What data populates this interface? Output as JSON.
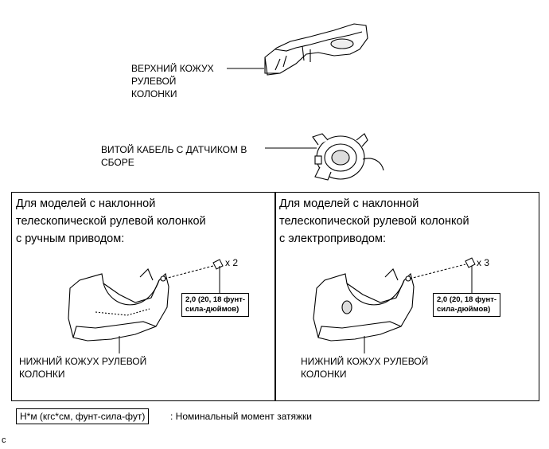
{
  "upper_cover": {
    "label": "ВЕРХНИЙ КОЖУХ\nРУЛЕВОЙ\nКОЛОНКИ"
  },
  "spiral_cable": {
    "label": "ВИТОЙ КАБЕЛЬ С ДАТЧИКОМ В\nСБОРЕ"
  },
  "panels": [
    {
      "title": "Для моделей с наклонной\nтелескопической рулевой колонкой\nс ручным приводом:",
      "screw_count": "x 2",
      "torque": "2,0 (20, 18 фунт-\nсила-дюймов)",
      "part_label": "НИЖНИЙ КОЖУХ РУЛЕВОЙ\nКОЛОНКИ"
    },
    {
      "title": "Для моделей с наклонной\nтелескопической рулевой колонкой\nс электроприводом:",
      "screw_count": "x 3",
      "torque": "2,0 (20, 18 фунт-\nсила-дюймов)",
      "part_label": "НИЖНИЙ КОЖУХ РУЛЕВОЙ\nКОЛОНКИ"
    }
  ],
  "legend": {
    "unit": "Н*м (кгс*см, фунт-сила-фут)",
    "description": ": Номинальный момент затяжки"
  },
  "corner_mark": "c"
}
